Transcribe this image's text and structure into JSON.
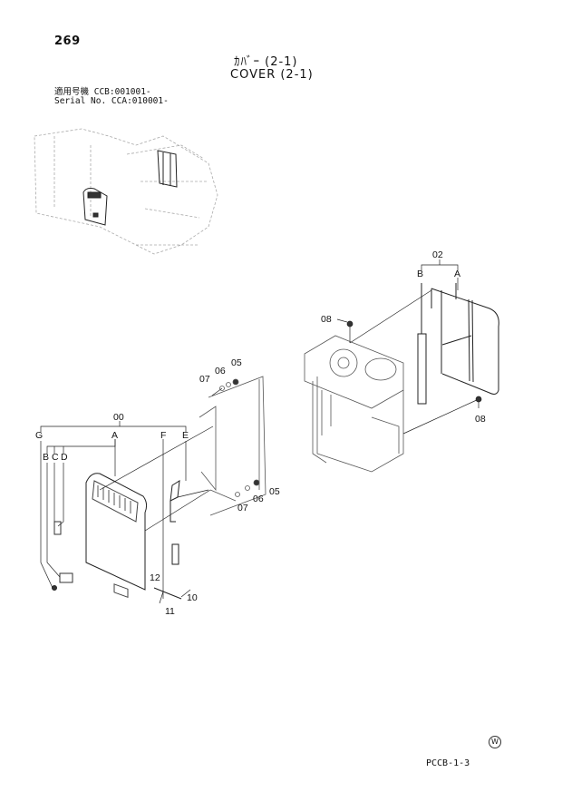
{
  "header": {
    "page_number": "269",
    "title_jp": "ｶﾊﾞｰ (2-1)",
    "title_en": "COVER (2-1)",
    "applicability_jp": "適用号機  CCB:001001-",
    "serial_no": "Serial No. CCA:010001-"
  },
  "callouts": {
    "group_00": "00",
    "group_02": "02",
    "part_05_upper": "05",
    "part_06_upper": "06",
    "part_07_upper": "07",
    "part_05_lower": "05",
    "part_06_lower": "06",
    "part_07_lower": "07",
    "part_08_upper": "08",
    "part_08_lower": "08",
    "part_10": "10",
    "part_11": "11",
    "part_12": "12",
    "sub_A_00": "A",
    "sub_B_00": "B",
    "sub_C_00": "C",
    "sub_D_00": "D",
    "sub_E_00": "E",
    "sub_F_00": "F",
    "sub_G_00": "G",
    "sub_A_02": "A",
    "sub_B_02": "B"
  },
  "footer": {
    "marker": "W",
    "page_code": "PCCB-1-3"
  }
}
